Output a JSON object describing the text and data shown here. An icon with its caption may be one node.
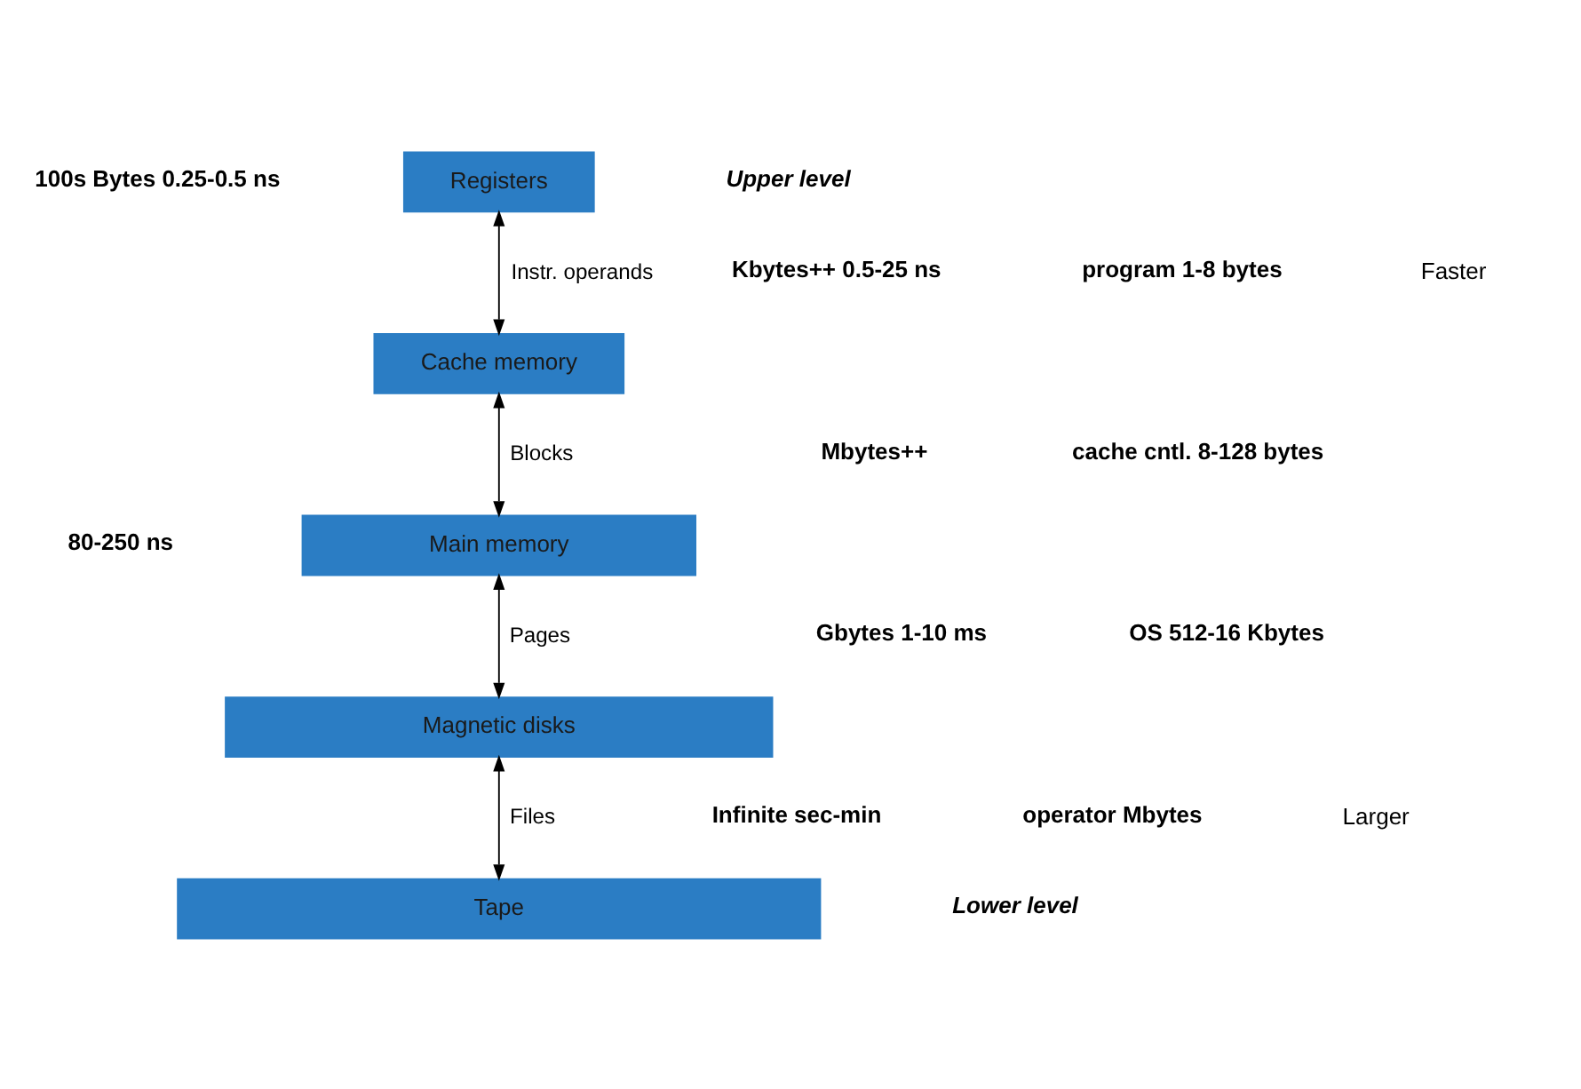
{
  "diagram": {
    "nodes": [
      {
        "text": [
          "Registers"
        ]
      },
      {
        "text": [
          "Cache memory"
        ]
      },
      {
        "text": [
          "Main memory"
        ]
      },
      {
        "text": [
          "Magnetic disks"
        ]
      },
      {
        "text": [
          "Tape"
        ]
      }
    ],
    "edges": [
      {
        "from": 0,
        "to": 1,
        "arrow": "both",
        "label": "Instr. operands"
      },
      {
        "from": 1,
        "to": 2,
        "arrow": "both",
        "label": "Blocks"
      },
      {
        "from": 2,
        "to": 3,
        "arrow": "both",
        "label": "Pages"
      },
      {
        "from": 3,
        "to": 4,
        "arrow": "both",
        "label": "Files"
      }
    ],
    "labels": [
      "100s Bytes 0.25-0.5 ns",
      "Upper level",
      "program 1-8 bytes",
      "Faster",
      "Kbytes++ 0.5-25 ns",
      "cache cntl. 8-128 bytes",
      "Mbytes++",
      "80-250 ns",
      "OS 512-16 Kbytes",
      "Gbytes 1-10 ms",
      "operator Mbytes",
      "Infinite sec-min",
      "Larger",
      "Lower level"
    ]
  }
}
